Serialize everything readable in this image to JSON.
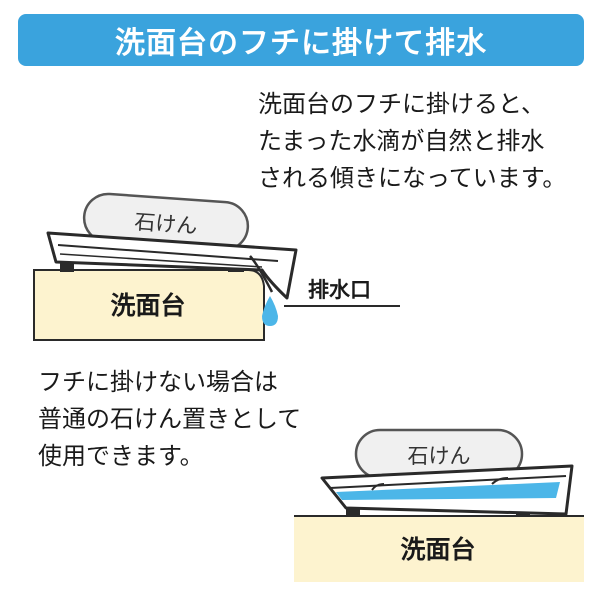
{
  "banner": {
    "title": "洗面台のフチに掛けて排水"
  },
  "description_top": {
    "lines": [
      "洗面台のフチに掛けると、",
      "たまった水滴が自然と排水",
      "される傾きになっています。"
    ]
  },
  "description_bottom": {
    "lines": [
      "フチに掛けない場合は",
      "普通の石けん置きとして",
      "使用できます。"
    ]
  },
  "diagram_top": {
    "soap_label": "石けん",
    "sink_label": "洗面台",
    "drain_label": "排水口"
  },
  "diagram_bottom": {
    "soap_label": "石けん",
    "sink_label": "洗面台"
  },
  "colors": {
    "banner": "#3aa3dd",
    "counter": "#fdf3cf",
    "water": "#4cb6e8",
    "soap_fill": "#f0f0f0",
    "outline": "#2a2a2a"
  }
}
